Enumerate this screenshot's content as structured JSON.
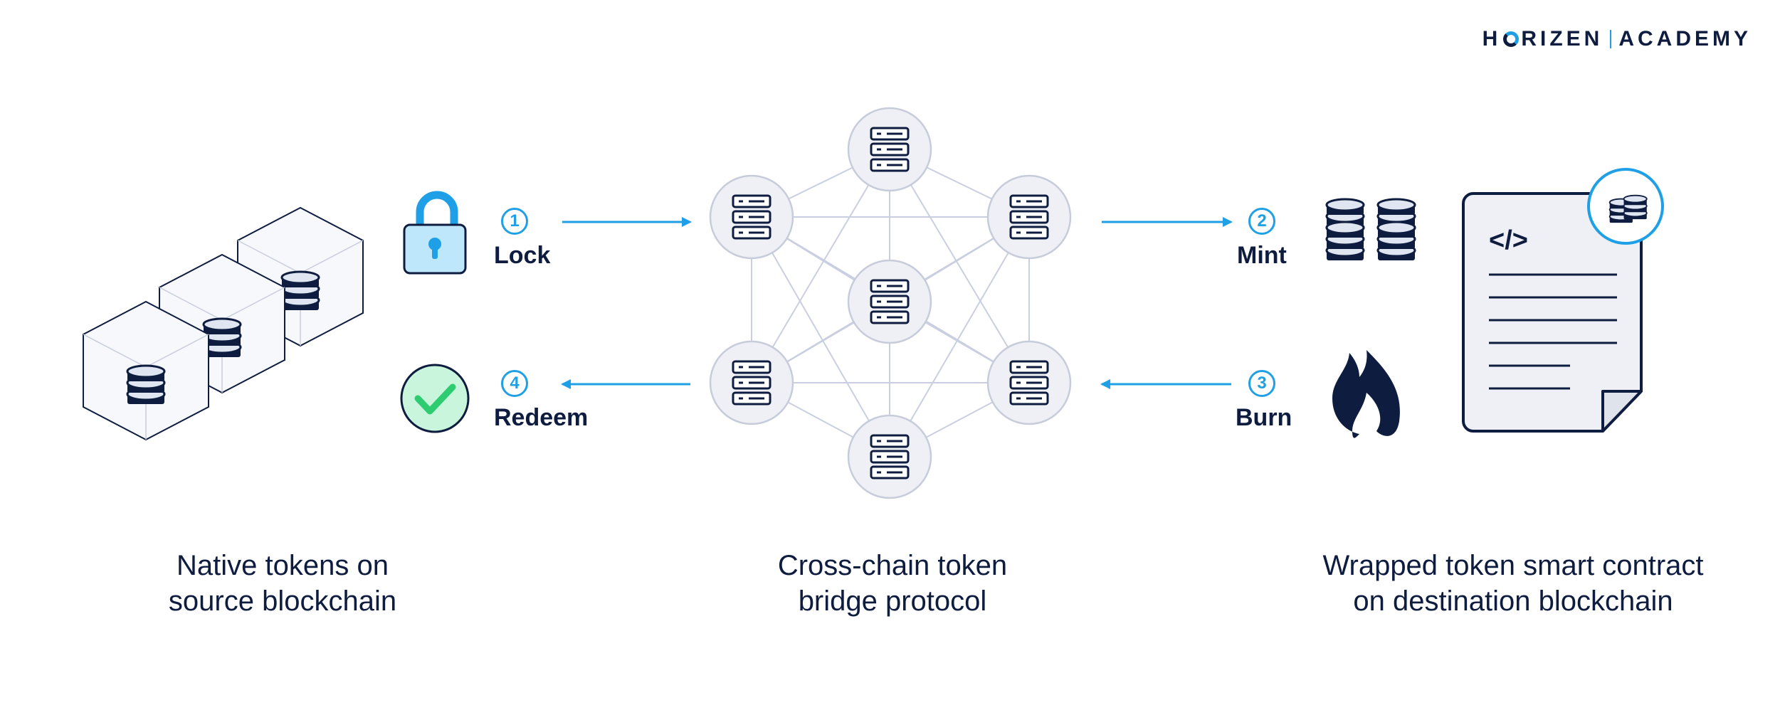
{
  "logo": {
    "brand_left": "H",
    "brand_mid": "RIZEN",
    "brand_right": "ACADEMY"
  },
  "steps": [
    {
      "num": "1",
      "label": "Lock"
    },
    {
      "num": "2",
      "label": "Mint"
    },
    {
      "num": "3",
      "label": "Burn"
    },
    {
      "num": "4",
      "label": "Redeem"
    }
  ],
  "captions": {
    "left": [
      "Native tokens on",
      "source blockchain"
    ],
    "center": [
      "Cross-chain token",
      "bridge protocol"
    ],
    "right": [
      "Wrapped token smart contract",
      "on destination blockchain"
    ]
  },
  "code_glyph": "</>",
  "colors": {
    "navy": "#0e1c3f",
    "accent": "#1fa0e6",
    "node_fill": "#eef0f5",
    "node_stroke": "#c7ccdb",
    "edge": "#c9cfe0",
    "lock_fill": "#bfe7fb",
    "check_fill": "#c9f5dc",
    "check_mark": "#2ecc71"
  }
}
